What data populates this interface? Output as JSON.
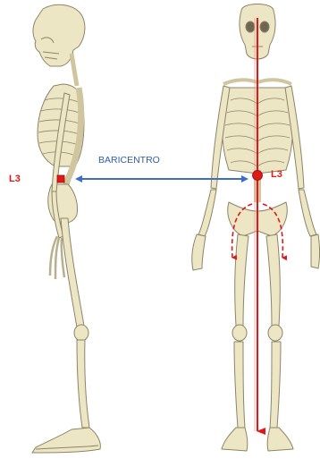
{
  "labels": {
    "center_of_mass": "BARICENTRO",
    "vertebra_left": "L3",
    "vertebra_right": "L3"
  },
  "figures": {
    "left": "skeleton-lateral-view",
    "right": "skeleton-frontal-view"
  },
  "colors": {
    "bone": "#ede6c4",
    "bone_stroke": "#8c8468",
    "gravity_line": "#e01818",
    "arrow_blue": "#3c6fc4",
    "label_red": "#e01818",
    "label_blue": "#2e5fb0"
  }
}
